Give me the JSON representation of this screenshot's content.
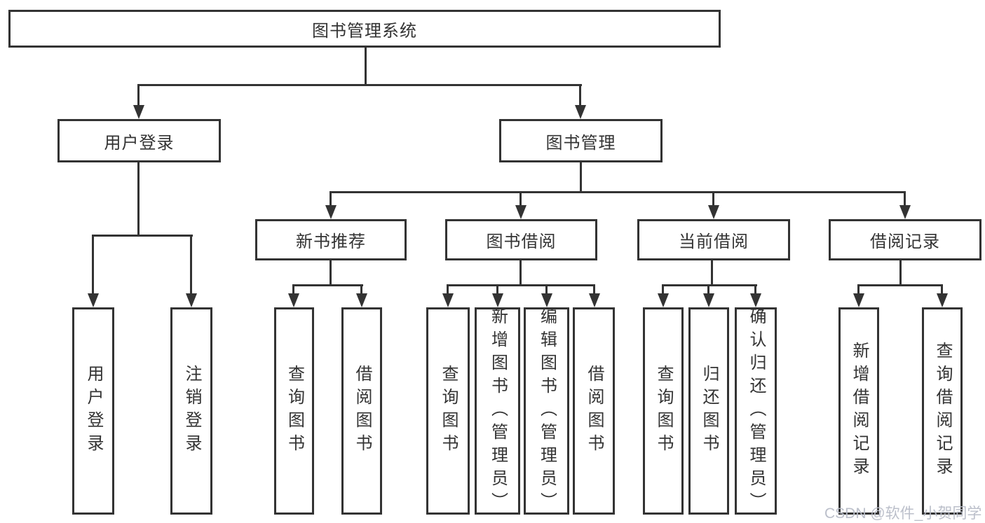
{
  "diagram_title": "图书管理系统",
  "colors": {
    "background": "#ffffff",
    "box_border": "#333333",
    "connector_line": "#333333",
    "text": "#333333",
    "watermark_text": "#b7bcc7"
  },
  "watermark": {
    "text": "CSDN @软件_小贺同学"
  },
  "tree": {
    "label": "图书管理系统",
    "children": [
      {
        "label": "用户登录",
        "children": [
          {
            "label": "用户登录"
          },
          {
            "label": "注销登录"
          }
        ]
      },
      {
        "label": "图书管理",
        "children": [
          {
            "label": "新书推荐",
            "children": [
              {
                "label": "查询图书"
              },
              {
                "label": "借阅图书"
              }
            ]
          },
          {
            "label": "图书借阅",
            "children": [
              {
                "label": "查询图书"
              },
              {
                "label": "新增图书（管理员）"
              },
              {
                "label": "编辑图书（管理员）"
              },
              {
                "label": "借阅图书"
              }
            ]
          },
          {
            "label": "当前借阅",
            "children": [
              {
                "label": "查询图书"
              },
              {
                "label": "归还图书"
              },
              {
                "label": "确认归还（管理员）"
              }
            ]
          },
          {
            "label": "借阅记录",
            "children": [
              {
                "label": "新增借阅记录"
              },
              {
                "label": "查询借阅记录"
              }
            ]
          }
        ]
      }
    ]
  }
}
